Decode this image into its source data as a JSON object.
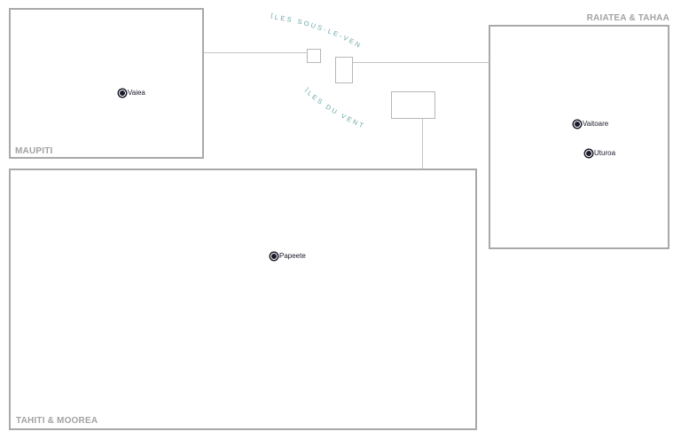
{
  "regions": {
    "maupiti": {
      "label": "MAUPITI"
    },
    "raiatea_tahaa": {
      "label": "RAIATEA & TAHAA"
    },
    "tahiti_moorea": {
      "label": "TAHITI & MOOREA"
    }
  },
  "archipelagos": {
    "leeward": "ÎLES SOUS-LE-VENT",
    "windward": "ÎLES DU VENT"
  },
  "towns": {
    "vaiea": "Vaiea",
    "vaitoare": "Vaitoare",
    "uturoa": "Uturoa",
    "papeete": "Papeete"
  },
  "colors": {
    "panel_border": "#a9a9a9",
    "panel_label": "#a2a2a2",
    "archipelago_label": "#6aa6a6",
    "town_marker": "#1a1a2a"
  }
}
